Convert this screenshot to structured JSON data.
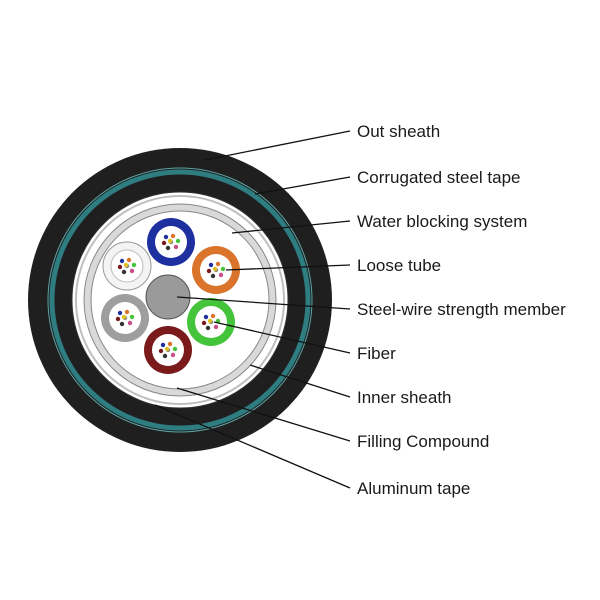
{
  "labels": {
    "out_sheath": "Out sheath",
    "corrugated_steel_tape": "Corrugated steel tape",
    "water_blocking_system": "Water blocking system",
    "loose_tube": "Loose tube",
    "steel_wire_strength_member": "Steel-wire strength member",
    "fiber": "Fiber",
    "inner_sheath": "Inner sheath",
    "filling_compound": "Filling Compound",
    "aluminum_tape": "Aluminum tape"
  },
  "colors": {
    "outer_sheath": "#1f1f1f",
    "steel_tape_band": "#2e7d80",
    "inner_sheath": "#ffffff",
    "water_blocking": "#d9d9d9",
    "strength_member": "#9a9a9a",
    "tube_blue": "#1e2fa0",
    "tube_orange": "#d9742a",
    "tube_green": "#44c43a",
    "tube_brown": "#7a1a1a",
    "tube_gray": "#9e9e9e",
    "tube_white": "#f4f4f4"
  },
  "tubes": [
    {
      "name": "loose-tube-blue",
      "color": "#1e2fa0"
    },
    {
      "name": "loose-tube-orange",
      "color": "#d9742a"
    },
    {
      "name": "loose-tube-green",
      "color": "#44c43a"
    },
    {
      "name": "loose-tube-brown",
      "color": "#7a1a1a"
    },
    {
      "name": "loose-tube-gray",
      "color": "#9e9e9e"
    },
    {
      "name": "loose-tube-white",
      "color": "#f4f4f4"
    }
  ]
}
